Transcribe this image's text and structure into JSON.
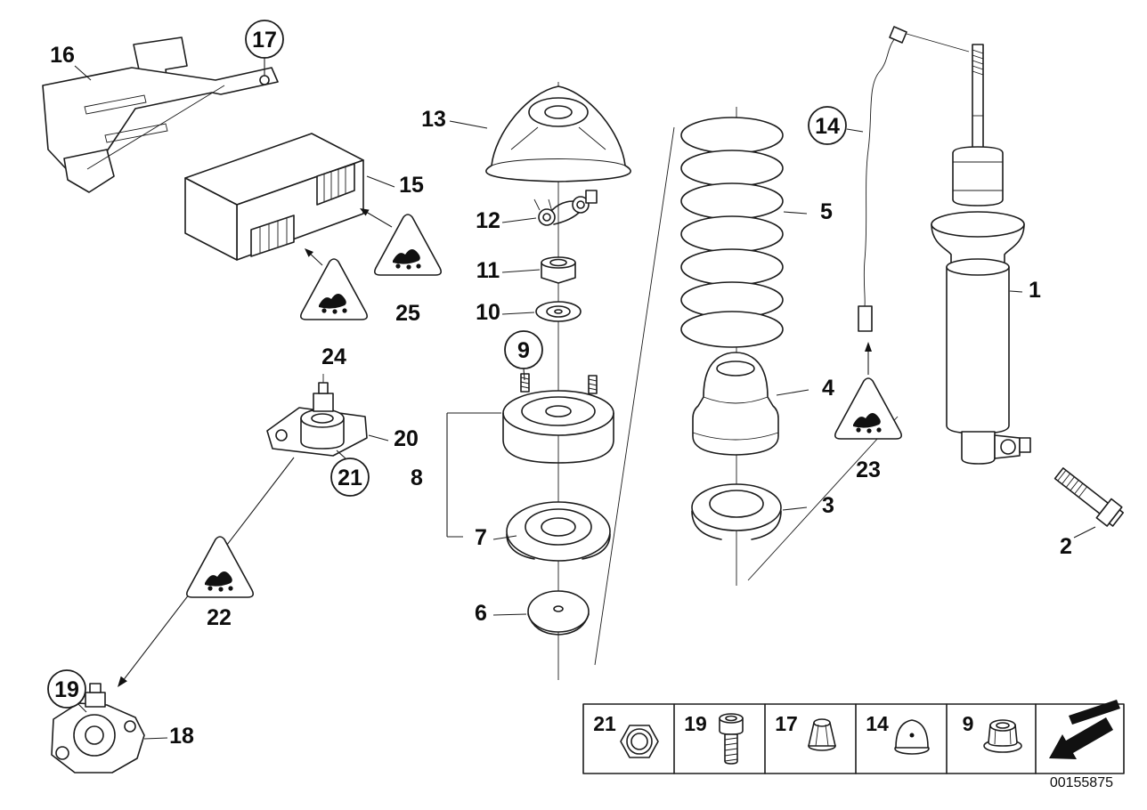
{
  "colors": {
    "line": "#1c1c1c",
    "background": "#ffffff"
  },
  "callouts": {
    "c1": "1",
    "c2": "2",
    "c3": "3",
    "c4": "4",
    "c5": "5",
    "c6": "6",
    "c7": "7",
    "c8": "8",
    "c9": "9",
    "c10": "10",
    "c11": "11",
    "c12": "12",
    "c13": "13",
    "c14": "14",
    "c15": "15",
    "c16": "16",
    "c17": "17",
    "c18": "18",
    "c19": "19",
    "c20": "20",
    "c21": "21",
    "c22": "22",
    "c23": "23",
    "c24": "24",
    "c25": "25"
  },
  "legend": {
    "items": [
      {
        "number": "21",
        "icon": "hex-nut-icon"
      },
      {
        "number": "19",
        "icon": "socket-head-screw-icon"
      },
      {
        "number": "17",
        "icon": "cap-nut-icon"
      },
      {
        "number": "14",
        "icon": "push-cap-icon"
      },
      {
        "number": "9",
        "icon": "flange-lock-nut-icon"
      }
    ],
    "arrow_icon": "direction-arrow-icon"
  },
  "footer": {
    "doc_number": "00155875"
  }
}
